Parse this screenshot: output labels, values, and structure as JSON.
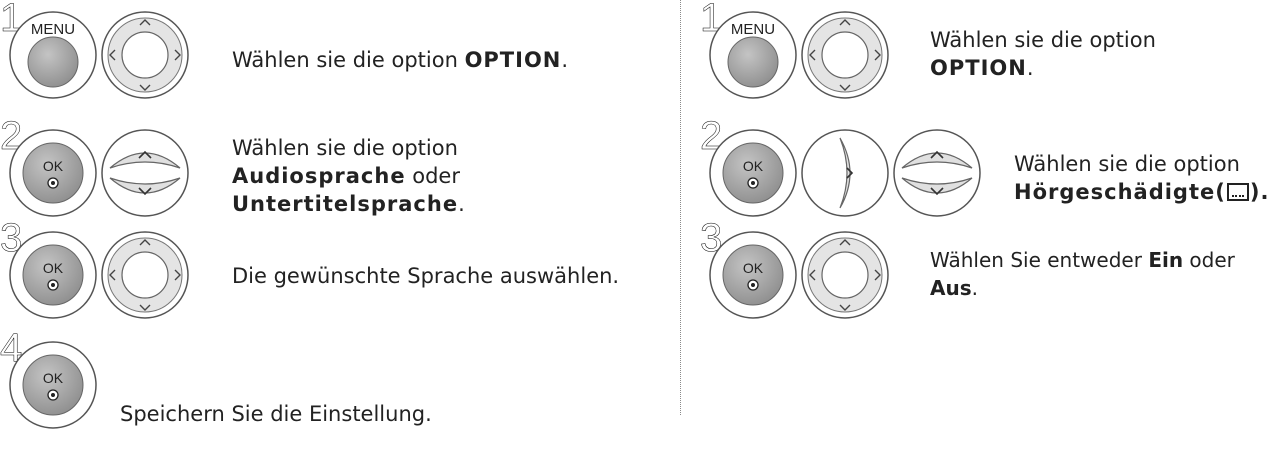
{
  "left": {
    "step1": {
      "num": "1",
      "btn1": "MENU",
      "text_pre": "Wählen sie die option ",
      "text_kw": "OPTION",
      "text_post": "."
    },
    "step2": {
      "num": "2",
      "btn1": "OK",
      "line1": "Wählen sie die option",
      "kw_a": "Audiosprache",
      "mid": " oder",
      "kw_b": "Untertitelsprache",
      "post": "."
    },
    "step3": {
      "num": "3",
      "btn1": "OK",
      "text": "Die gewünschte Sprache auswählen."
    },
    "step4": {
      "num": "4",
      "btn1": "OK",
      "text": "Speichern Sie die Einstellung."
    }
  },
  "right": {
    "step1": {
      "num": "1",
      "btn1": "MENU",
      "line1": "Wählen sie die option",
      "kw": "OPTION",
      "post": "."
    },
    "step2": {
      "num": "2",
      "btn1": "OK",
      "line1": "Wählen sie die option",
      "kw": "Hörgeschädigte(",
      "kw_end": ")."
    },
    "step3": {
      "num": "3",
      "btn1": "OK",
      "pre": "Wählen Sie entweder ",
      "kw_a": "Ein",
      "mid": " oder",
      "kw_b": "Aus",
      "post": "."
    }
  },
  "colors": {
    "button_fill": "#a8a8a8",
    "ring": "#555555",
    "divider": "#8a8a8a"
  }
}
